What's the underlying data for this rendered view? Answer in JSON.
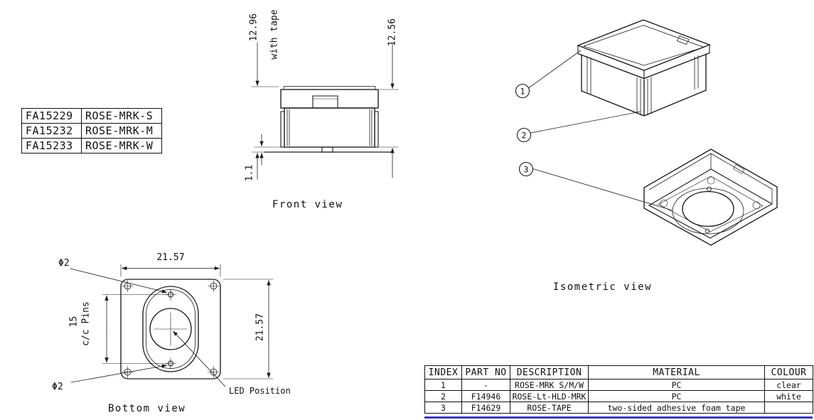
{
  "colors": {
    "ink": "#111111",
    "sheet_border": "#3535cc"
  },
  "part_table": {
    "rows": [
      {
        "part_no": "FA15229",
        "name": "ROSE-MRK-S"
      },
      {
        "part_no": "FA15232",
        "name": "ROSE-MRK-M"
      },
      {
        "part_no": "FA15233",
        "name": "ROSE-MRK-W"
      }
    ]
  },
  "front_view": {
    "caption": "Front view",
    "dim_total_height": "12.96",
    "dim_total_height_note": "with tape",
    "dim_body_height": "12.56",
    "dim_tab_height": "1.1"
  },
  "bottom_view": {
    "caption": "Bottom view",
    "dim_width": "21.57",
    "dim_height": "21.57",
    "dim_pin_spacing": "15",
    "dim_pin_spacing_label": "c/c Pins",
    "dim_pin_dia_top": "Φ2",
    "dim_pin_dia_bottom": "Φ2",
    "led_label": "LED Position"
  },
  "isometric_view": {
    "caption": "Isometric view",
    "callout_1": "1",
    "callout_2": "2",
    "callout_3": "3"
  },
  "bom_table": {
    "headers": {
      "index": "INDEX",
      "part_no": "PART NO",
      "description": "DESCRIPTION",
      "material": "MATERIAL",
      "colour": "COLOUR"
    },
    "rows": [
      {
        "index": "1",
        "part_no": "-",
        "description": "ROSE-MRK S/M/W",
        "material": "PC",
        "colour": "clear"
      },
      {
        "index": "2",
        "part_no": "F14946",
        "description": "ROSE-Lt-HLD-MRK",
        "material": "PC",
        "colour": "white"
      },
      {
        "index": "3",
        "part_no": "F14629",
        "description": "ROSE-TAPE",
        "material": "two-sided adhesive foam tape",
        "colour": ""
      }
    ]
  }
}
